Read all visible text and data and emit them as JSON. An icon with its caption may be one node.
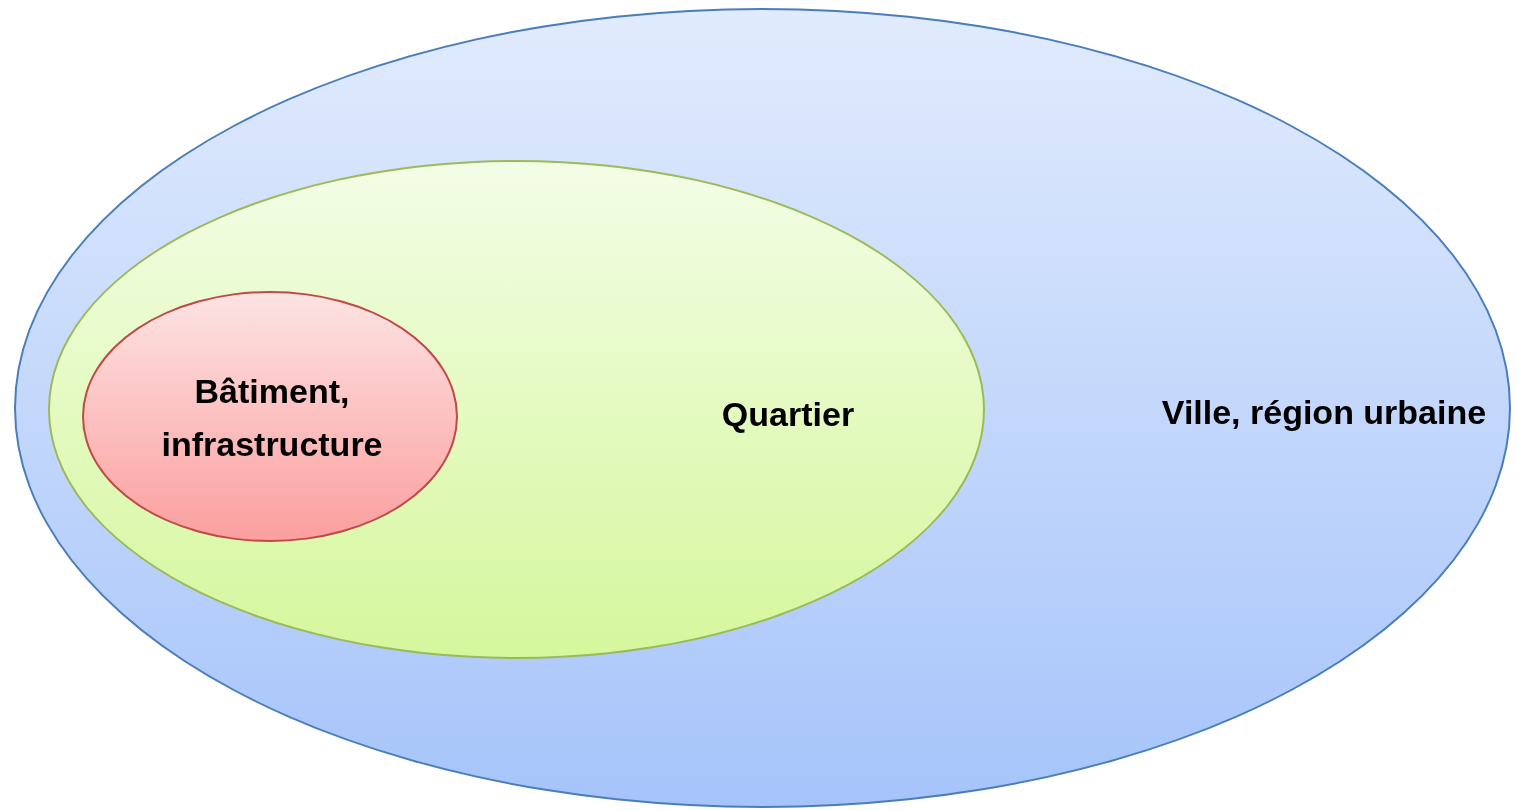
{
  "diagram": {
    "nodes": [
      {
        "text": [
          "Ville, région urbaine"
        ]
      },
      {
        "text": [
          "Quartier"
        ],
        "in": 0
      },
      {
        "text": [
          "Bâtiment, infrastructure"
        ],
        "in": 1
      }
    ]
  }
}
